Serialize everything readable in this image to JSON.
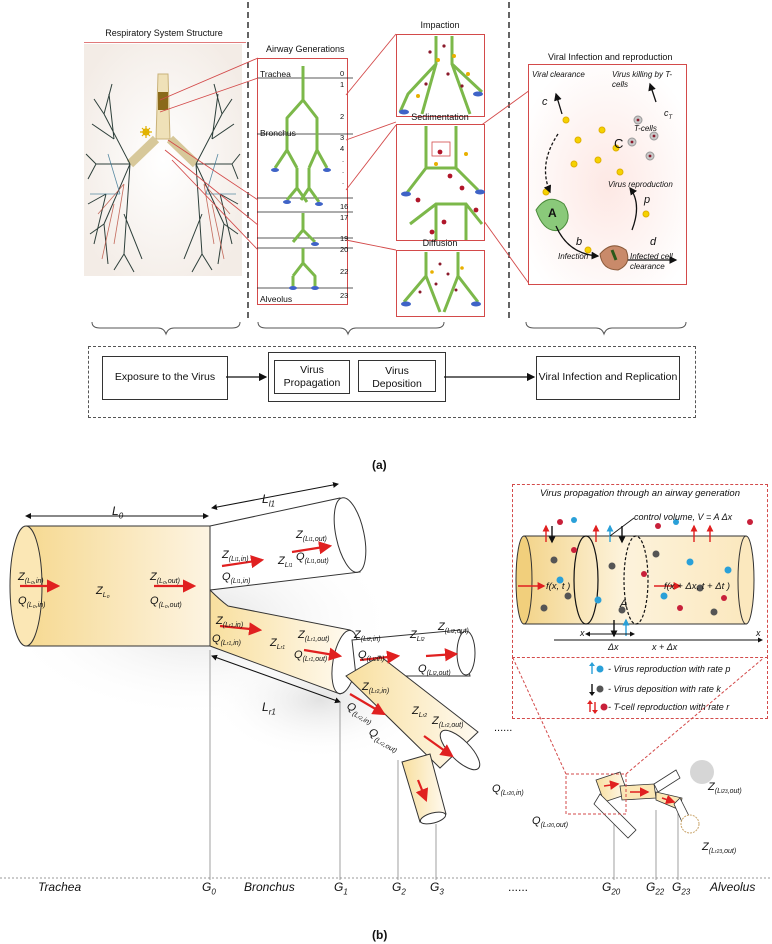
{
  "panel_a": {
    "label": "(a)",
    "titles": {
      "structure": "Respiratory System Structure",
      "generations": "Airway Generations",
      "impaction": "Impaction",
      "sedimentation": "Sedimentation",
      "diffusion": "Diffusion",
      "infection": "Viral Infection and reproduction"
    },
    "airway_names": {
      "trachea": "Trachea",
      "bronchus": "Bronchus",
      "alveolus": "Alveolus"
    },
    "generation_numbers": [
      "0",
      "1",
      "2",
      "3",
      "4",
      ".",
      ".",
      ".",
      "16",
      "17",
      "19",
      "20",
      "22",
      "23"
    ],
    "infection_labels": {
      "viral_clearance": "Viral clearance",
      "tcell_killing": "Virus killing by T-cells",
      "c_small": "c",
      "c_t": "c",
      "c_t_sub": "T",
      "tcells": "T-cells",
      "c_big": "C",
      "virus_reproduction": "Virus reproduction",
      "p": "p",
      "a_cell": "A",
      "b": "b",
      "d": "d",
      "infection": "Infection",
      "infected_clearance": "Infected cell clearance"
    },
    "flow_boxes": {
      "exposure": "Exposure to the Virus",
      "propagation": "Virus Propagation",
      "deposition": "Virus Deposition",
      "replication": "Viral Infection and Replication"
    }
  },
  "panel_b": {
    "label": "(b)",
    "lengths": {
      "l0": "L",
      "l0_sub": "0",
      "ll1": "L",
      "ll1_sub": "l1",
      "lr1": "L",
      "lr1_sub": "r1"
    },
    "dots": "......",
    "axis_labels": [
      {
        "name": "trachea",
        "text": "Trachea"
      },
      {
        "name": "g0",
        "text": "G",
        "sub": "0"
      },
      {
        "name": "bronchus",
        "text": "Bronchus"
      },
      {
        "name": "g1",
        "text": "G",
        "sub": "1"
      },
      {
        "name": "g2",
        "text": "G",
        "sub": "2"
      },
      {
        "name": "g3",
        "text": "G",
        "sub": "3"
      },
      {
        "name": "dots",
        "text": "......"
      },
      {
        "name": "g20",
        "text": "G",
        "sub": "20"
      },
      {
        "name": "g22",
        "text": "G",
        "sub": "22"
      },
      {
        "name": "g23",
        "text": "G",
        "sub": "23"
      },
      {
        "name": "alveolus",
        "text": "Alveolus"
      }
    ],
    "inset": {
      "title": "Virus propagation through an airway generation",
      "control_volume": "control volume, V = A Δx",
      "f_left": "f(x, t )",
      "f_right": "f(x + Δx, t + Δt )",
      "area": "A",
      "x_left": "x",
      "dx": "Δx",
      "x_right": "x + Δx",
      "x_axis": "x",
      "legend": [
        "- Virus reproduction with rate p",
        "- Virus deposition with rate k",
        "- T-cell reproduction with rate r"
      ]
    }
  }
}
